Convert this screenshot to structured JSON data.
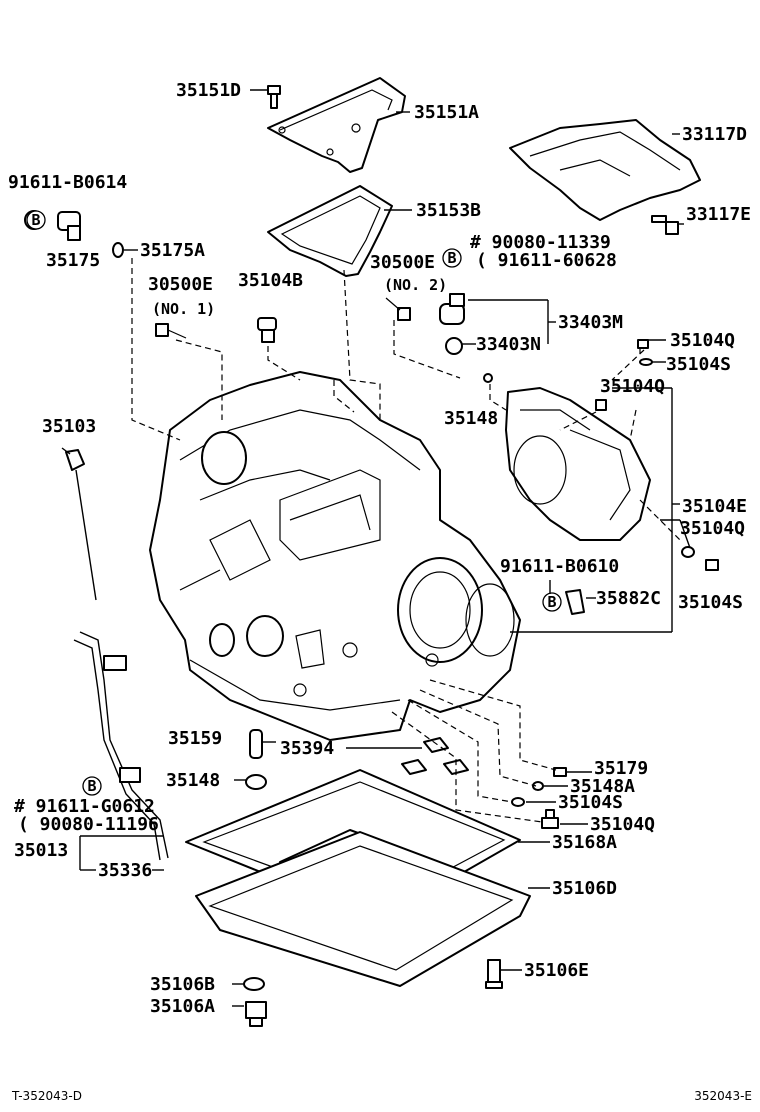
{
  "parts": {
    "p35151D": "35151D",
    "p35151A": "35151A",
    "p33117D": "33117D",
    "p91611B0614": "91611-B0614",
    "p35153B": "35153B",
    "p33117E": "33117E",
    "p35175": "35175",
    "p35175A": "35175A",
    "p30500E_1": "30500E",
    "no1": "(NO. 1)",
    "p35104B": "35104B",
    "p30500E_2": "30500E",
    "no2": "(NO. 2)",
    "p90080_11339": "# 90080-11339",
    "p91611_60628": "( 91611-60628",
    "p33403M": "33403M",
    "p33403N": "33403N",
    "p35104Q_a": "35104Q",
    "p35104S_a": "35104S",
    "p35104Q_b": "35104Q",
    "p35148_a": "35148",
    "p35103": "35103",
    "p35104E": "35104E",
    "p35104Q_c": "35104Q",
    "p91611B0610": "91611-B0610",
    "p35882C": "35882C",
    "p35104S_b": "35104S",
    "p35159": "35159",
    "p35394": "35394",
    "p35179": "35179",
    "p35148_b": "35148",
    "p35148A": "35148A",
    "p35104S_c": "35104S",
    "p35104Q_d": "35104Q",
    "p91611G0612": "# 91611-G0612",
    "p90080_11196": "( 90080-11196",
    "p35013": "35013",
    "p35168A": "35168A",
    "p35336": "35336",
    "p35106D": "35106D",
    "p35106B": "35106B",
    "p35106E": "35106E",
    "p35106A": "35106A"
  },
  "markers": {
    "b": "B"
  },
  "footer": {
    "left": "T-352043-D",
    "right": "352043-E"
  }
}
